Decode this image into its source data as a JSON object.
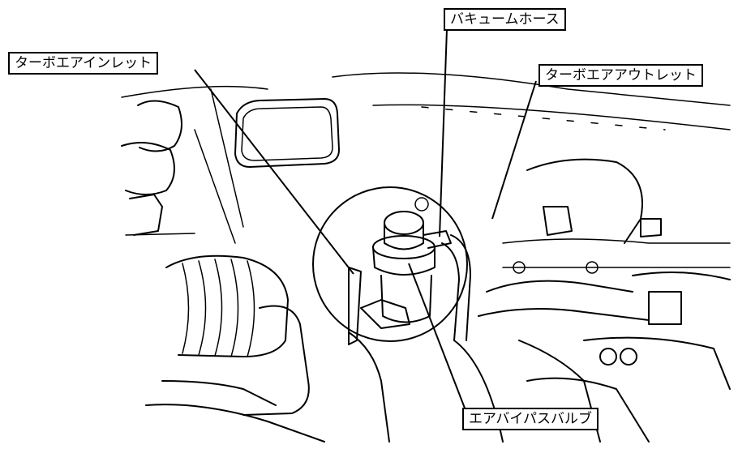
{
  "diagram": {
    "labels": {
      "turbo_air_inlet": "ターボエアインレット",
      "vacuum_hose": "バキュームホース",
      "turbo_air_outlet": "ターボエアアウトレット",
      "air_bypass_valve": "エアバイパスバルブ"
    }
  }
}
